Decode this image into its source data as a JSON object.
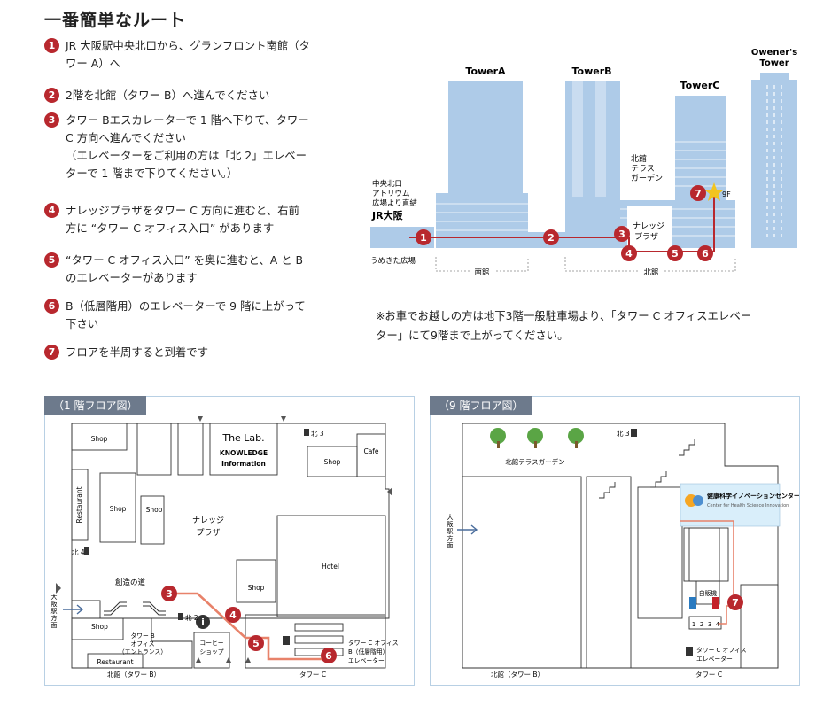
{
  "title": "一番簡単なルート",
  "steps": [
    {
      "num": "1",
      "text": "JR 大阪駅中央北口から、グランフロント南館（タ\nワー A）へ"
    },
    {
      "num": "2",
      "text": "2階を北館（タワー B）へ進んでください"
    },
    {
      "num": "3",
      "text": "タワー Bエスカレーターで 1 階へ下りて、タワー\nC 方向へ進んでください\n（エレベーターをご利用の方は「北 2」エレベー\nターで 1 階まで下りてください。）"
    },
    {
      "num": "4",
      "text": "ナレッジプラザをタワー C 方向に進むと、右前\n方に “タワー C オフィス入口” があります"
    },
    {
      "num": "5",
      "text": "“タワー C オフィス入口” を奥に進むと、A と B\nのエレベーターがあります"
    },
    {
      "num": "6",
      "text": "B（低層階用）のエレベーターで 9 階に上がって\n下さい"
    },
    {
      "num": "7",
      "text": "フロアを半周すると到着です"
    }
  ],
  "note": "※お車でお越しの方は地下3階一般駐車場より、「タワー C オフィスエレベー\nター」にて9階まで上がってください。",
  "overview": {
    "tower_a": "TowerA",
    "tower_b": "TowerB",
    "tower_c": "TowerC",
    "owners_tower_1": "Owener's",
    "owners_tower_2": "Tower",
    "station_1": "中央北口",
    "station_2": "アトリウム",
    "station_3": "広場より直結",
    "jr": "JR大阪",
    "umekita": "うめきた広場",
    "south": "南館",
    "north": "北館",
    "garden_1": "北館",
    "garden_2": "テラス",
    "garden_3": "ガーデン",
    "knowledge_1": "ナレッジ",
    "knowledge_2": "プラザ",
    "floor_9f": "9F",
    "markers": [
      "1",
      "2",
      "3",
      "4",
      "5",
      "6",
      "7"
    ]
  },
  "floor1": {
    "tab": "（1 階フロア図）",
    "shop_a": "Shop",
    "shop_b": "Shop",
    "shop_c": "Shop",
    "shop_d": "Shop",
    "shop_e": "Shop",
    "shop_f": "Shop",
    "restaurant_v": "Restaurant",
    "restaurant": "Restaurant",
    "cafe": "Cafe",
    "hotel": "Hotel",
    "lab_title": "The Lab.",
    "lab_sub1": "KNOWLEDGE",
    "lab_sub2": "Information",
    "kita3": "北 3",
    "kita4": "北 4",
    "kita2": "北 2",
    "plaza_1": "ナレッジ",
    "plaza_2": "プラザ",
    "road": "創造の道",
    "towerb_1": "タワー B",
    "towerb_2": "オフィス",
    "towerb_3": "（エントランス）",
    "coffee_1": "コーヒー",
    "coffee_2": "ショップ",
    "towerc_elev_1": "タワー C オフィス",
    "towerc_elev_2": "B（低層階用）",
    "towerc_elev_3": "エレベーター",
    "bottom_left": "北館（タワー B）",
    "bottom_right": "タワー C",
    "osaka_1": "大",
    "osaka_2": "阪",
    "osaka_3": "駅",
    "osaka_4": "方",
    "osaka_5": "面",
    "info": "i",
    "markers": [
      "3",
      "4",
      "5",
      "6"
    ]
  },
  "floor9": {
    "tab": "（9 階フロア図）",
    "kita3": "北 3",
    "garden": "北館テラスガーデン",
    "center_name": "健康科学イノベーションセンター",
    "center_en": "Center for Health Science Innovation",
    "vending": "自販機",
    "elevator_numbers": [
      "1",
      "2",
      "3",
      "4"
    ],
    "elev_1": "タワー C オフィス",
    "elev_2": "エレベーター",
    "bottom_left": "北館（タワー B）",
    "bottom_right": "タワー C",
    "osaka_1": "大",
    "osaka_2": "阪",
    "osaka_3": "駅",
    "osaka_4": "方",
    "osaka_5": "面",
    "marker": "7"
  },
  "colors": {
    "marker": "#b8282e",
    "route": "#e8826a",
    "building": "#aecbe8",
    "panel_border": "#b8d0e4",
    "tab": "#6d7a8c"
  }
}
